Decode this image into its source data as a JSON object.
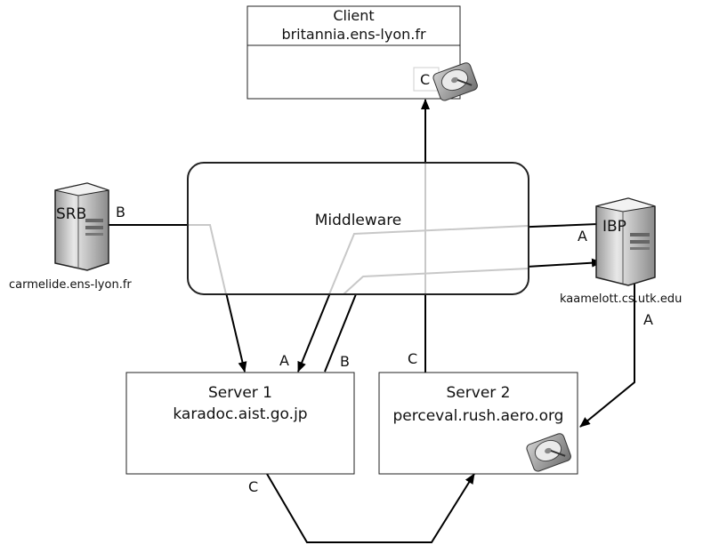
{
  "client": {
    "title": "Client",
    "host": "britannia.ens-lyon.fr",
    "drive_label": "C"
  },
  "middleware": {
    "label": "Middleware"
  },
  "srb": {
    "label": "SRB",
    "host": "carmelide.ens-lyon.fr",
    "edge_label": "B"
  },
  "ibp": {
    "label": "IBP",
    "host": "kaamelott.cs.utk.edu",
    "edge_label_left": "A",
    "edge_label_down": "A"
  },
  "server1": {
    "title": "Server 1",
    "host": "karadoc.aist.go.jp",
    "in_a": "A",
    "in_b": "B",
    "out_c": "C"
  },
  "server2": {
    "title": "Server 2",
    "host": "perceval.rush.aero.org",
    "out_c": "C"
  },
  "icons": {
    "storage": "hard-disk-icon",
    "server": "server-tower-icon"
  },
  "colors": {
    "edge": "#000000",
    "faded_edge": "#c8c8c8",
    "tower": "#d9d9d9"
  }
}
